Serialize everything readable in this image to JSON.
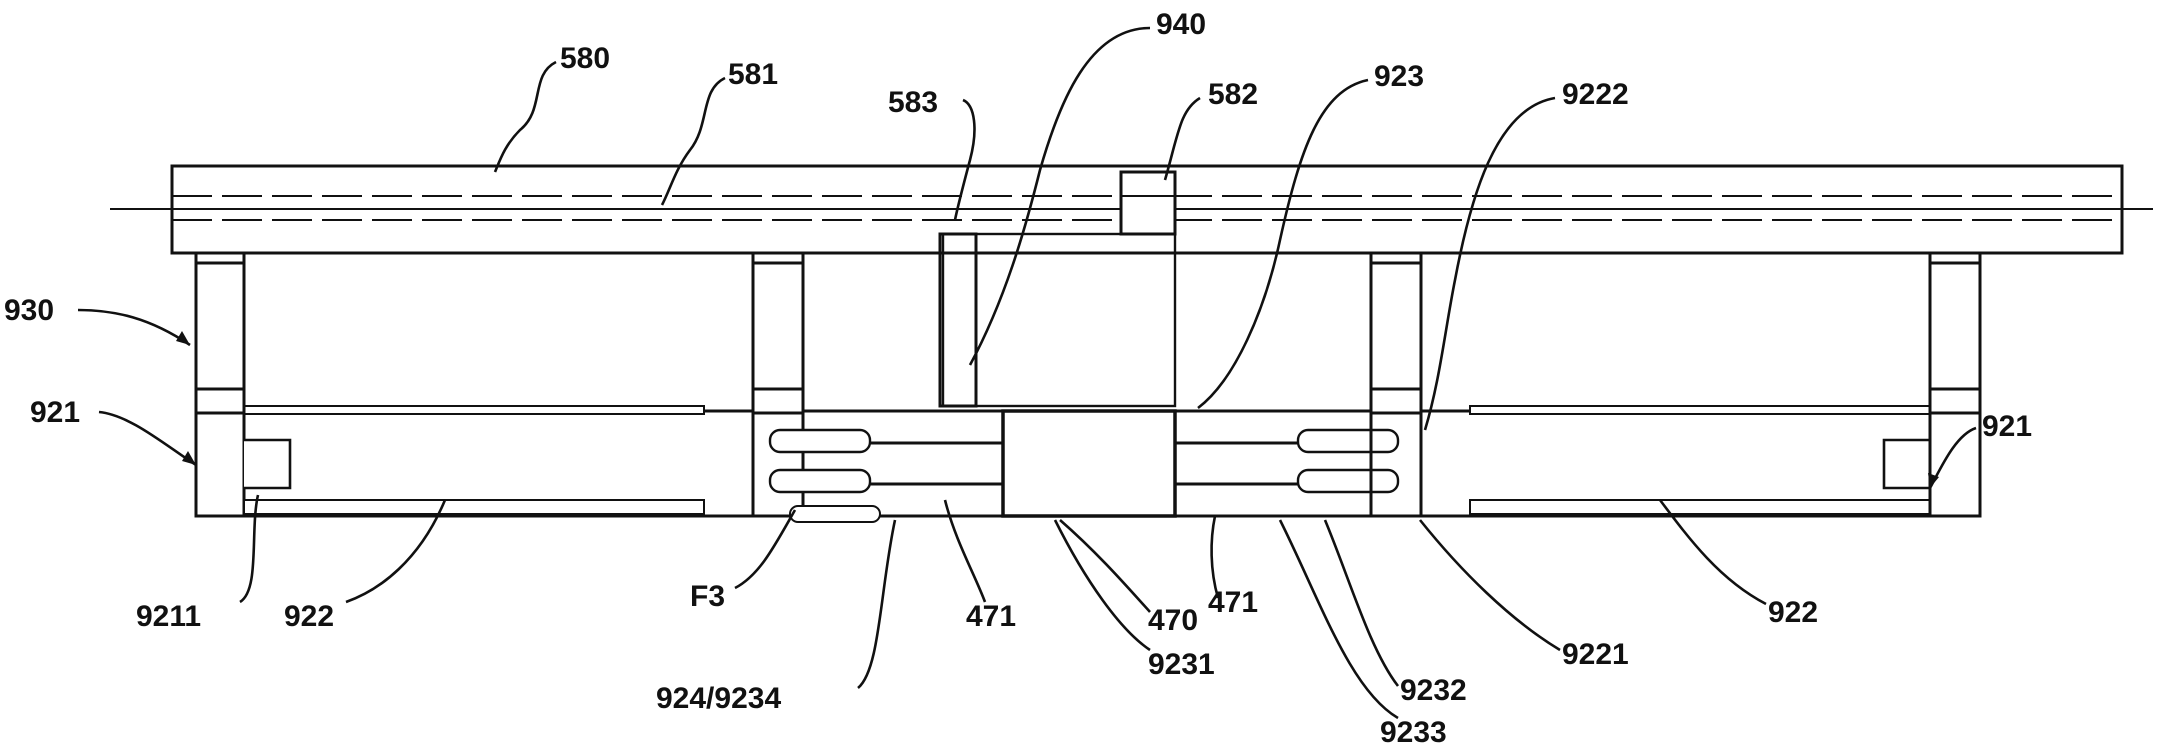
{
  "labels": {
    "l580": "580",
    "l581": "581",
    "l940": "940",
    "l583": "583",
    "l582": "582",
    "l923": "923",
    "l9222": "9222",
    "l930": "930",
    "l921_left": "921",
    "l921_right": "921",
    "l9211": "9211",
    "l922_left": "922",
    "lF3": "F3",
    "l924_9234": "924/9234",
    "l471_left": "471",
    "l470": "470",
    "l9231": "9231",
    "l471_right": "471",
    "l9232": "9232",
    "l9233": "9233",
    "l9221": "9221",
    "l922_right": "922"
  }
}
